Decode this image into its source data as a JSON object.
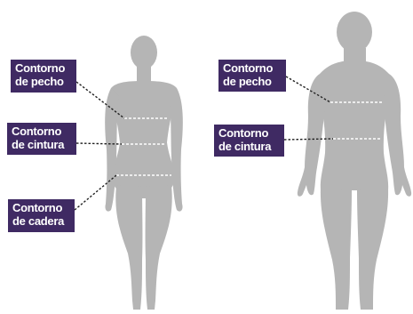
{
  "labels": {
    "female_chest": {
      "line1": "Contorno",
      "line2": "de pecho"
    },
    "female_waist": {
      "line1": "Contorno",
      "line2": "de cintura"
    },
    "female_hip": {
      "line1": "Contorno",
      "line2": "de cadera"
    },
    "male_chest": {
      "line1": "Contorno",
      "line2": "de pecho"
    },
    "male_waist": {
      "line1": "Contorno",
      "line2": "de cintura"
    }
  },
  "colors": {
    "silhouette": "#b5b5b5",
    "label_background": "#3f2a63",
    "label_text": "#ffffff",
    "measure_line": "#ffffff",
    "leader_line": "#222222"
  }
}
